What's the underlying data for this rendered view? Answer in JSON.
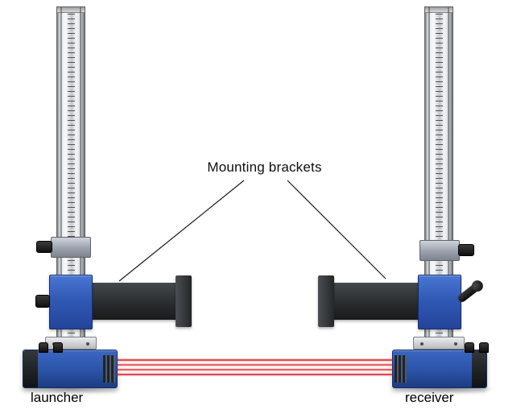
{
  "annotations": {
    "mounting_brackets": "Mounting brackets",
    "launcher_label": "launcher",
    "receiver_label": "receiver"
  },
  "colors": {
    "apparatus_blue": "#2d55a9",
    "bracket_dark": "#26292c",
    "laser_red": "#e4494d",
    "rail_silver": "#d8dbdf"
  }
}
